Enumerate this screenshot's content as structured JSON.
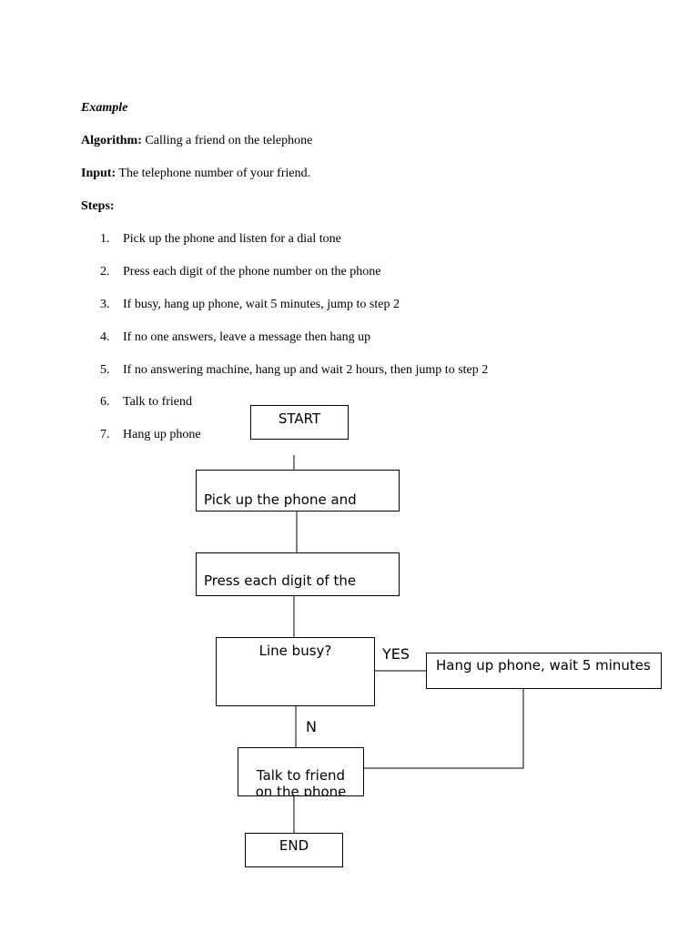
{
  "document": {
    "title": "Example",
    "algorithm_label": "Algorithm:",
    "algorithm_value": " Calling a friend on the telephone",
    "input_label": "Input:",
    "input_value": " The telephone number of your friend.",
    "steps_label": "Steps:",
    "steps": [
      {
        "num": "1.",
        "text": "Pick up the phone and listen for a dial tone"
      },
      {
        "num": "2.",
        "text": "Press each digit of the phone number on the phone"
      },
      {
        "num": "3.",
        "text": "If busy, hang up phone, wait 5 minutes, jump to step 2"
      },
      {
        "num": "4.",
        "text": "If no one answers, leave a message then hang up"
      },
      {
        "num": "5.",
        "text": "If no answering machine, hang up and wait 2 hours, then jump to step 2"
      },
      {
        "num": "6.",
        "text": "Talk to friend"
      },
      {
        "num": "7.",
        "text": "Hang up phone"
      }
    ]
  },
  "flowchart": {
    "start": "START",
    "pick_up": "Pick up the phone and",
    "press_digit": "Press each digit of the",
    "line_busy": "Line busy?",
    "yes_label": "YES",
    "hang_up": "Hang up phone, wait 5 minutes",
    "no_label": "N",
    "talk": "Talk to friend",
    "talk_cut": "on the phone",
    "end": "END"
  }
}
